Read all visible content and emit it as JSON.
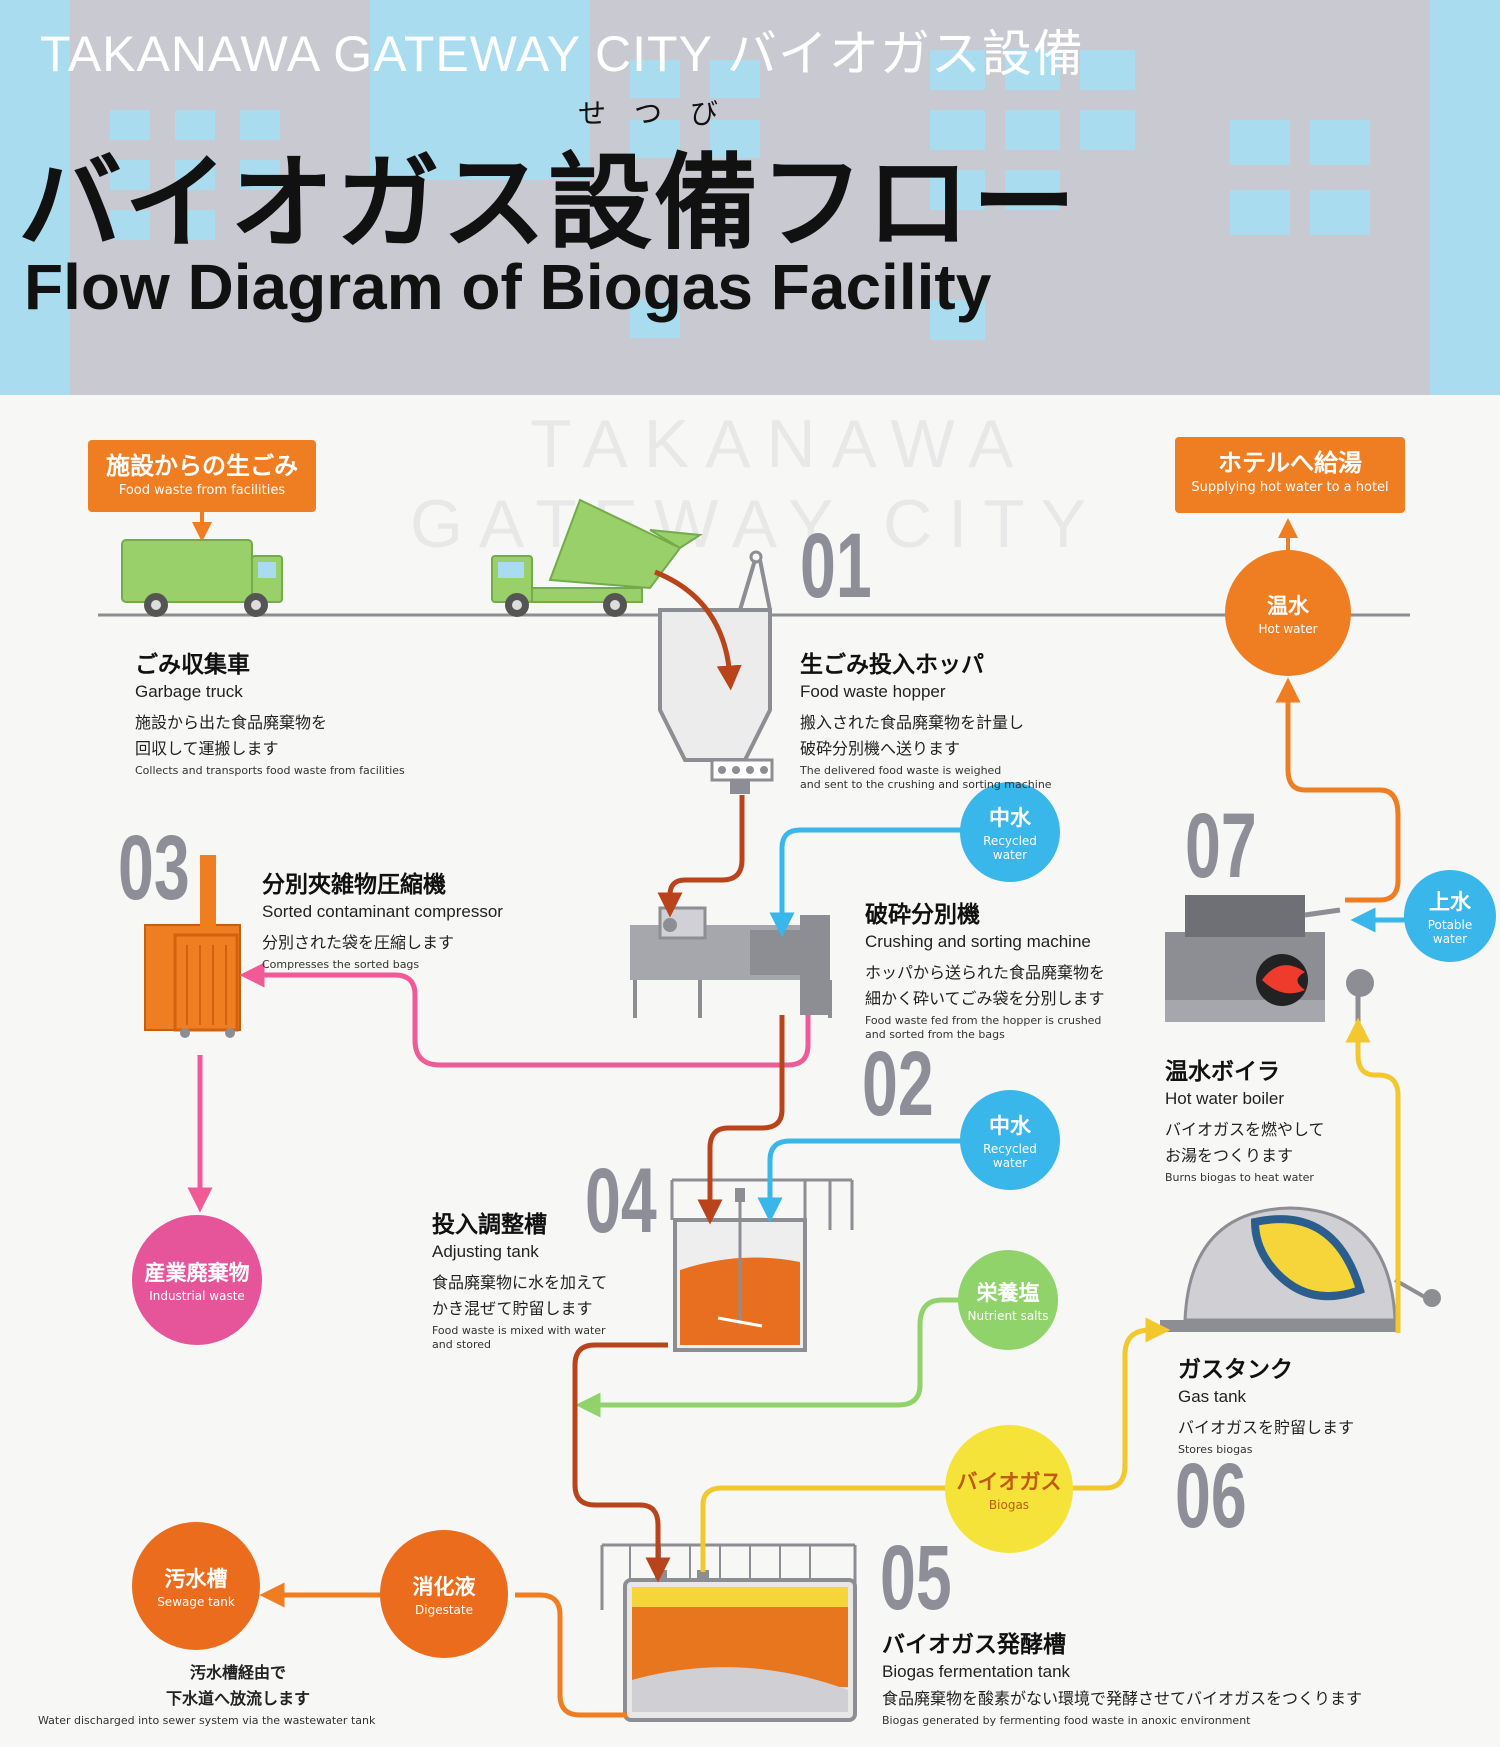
{
  "header": {
    "subtitle_top": "TAKANAWA GATEWAY CITY バイオガス設備",
    "ruby": "せつび",
    "title_jp": "バイオガス設備フロー",
    "title_en": "Flow Diagram of Biogas Facility"
  },
  "watermark": {
    "line1": "TAKANAWA",
    "line2": "GATEWAY CITY"
  },
  "tags": {
    "input": {
      "jp": "施設からの生ごみ",
      "en": "Food waste from facilities"
    },
    "output": {
      "jp": "ホテルへ給湯",
      "en": "Supplying hot water to a hotel"
    }
  },
  "circles": {
    "hot_water": {
      "jp": "温水",
      "en": "Hot water"
    },
    "recycled_1": {
      "jp": "中水",
      "en1": "Recycled",
      "en2": "water"
    },
    "recycled_2": {
      "jp": "中水",
      "en1": "Recycled",
      "en2": "water"
    },
    "potable": {
      "jp": "上水",
      "en1": "Potable",
      "en2": "water"
    },
    "industrial": {
      "jp": "産業廃棄物",
      "en": "Industrial waste"
    },
    "nutrient": {
      "jp": "栄養塩",
      "en": "Nutrient salts"
    },
    "biogas": {
      "jp": "バイオガス",
      "en": "Biogas"
    },
    "digestate": {
      "jp": "消化液",
      "en": "Digestate"
    },
    "sewage": {
      "jp": "汚水槽",
      "en": "Sewage tank"
    }
  },
  "steps": {
    "truck": {
      "jp": "ごみ収集車",
      "en": "Garbage truck",
      "desc": "施設から出た食品廃棄物を\n回収して運搬します",
      "desc_en": "Collects and transports food waste from facilities"
    },
    "s01": {
      "number": "01",
      "jp": "生ごみ投入ホッパ",
      "en": "Food waste hopper",
      "desc": "搬入された食品廃棄物を計量し\n破砕分別機へ送ります",
      "desc_en": "The delivered food waste is weighed\nand sent to the crushing and sorting machine"
    },
    "s02": {
      "number": "02",
      "jp": "破砕分別機",
      "en": "Crushing and sorting machine",
      "desc": "ホッパから送られた食品廃棄物を\n細かく砕いてごみ袋を分別します",
      "desc_en": "Food waste fed from the hopper is crushed\nand sorted from the bags"
    },
    "s03": {
      "number": "03",
      "jp": "分別夾雑物圧縮機",
      "en": "Sorted contaminant compressor",
      "desc": "分別された袋を圧縮します",
      "desc_en": "Compresses the sorted bags"
    },
    "s04": {
      "number": "04",
      "jp": "投入調整槽",
      "en": "Adjusting tank",
      "desc": "食品廃棄物に水を加えて\nかき混ぜて貯留します",
      "desc_en": "Food waste is mixed with water\nand stored"
    },
    "s05": {
      "number": "05",
      "jp": "バイオガス発酵槽",
      "en": "Biogas fermentation tank",
      "desc": "食品廃棄物を酸素がない環境で発酵させてバイオガスをつくります",
      "desc_en": "Biogas generated by fermenting food waste in anoxic environment"
    },
    "s06": {
      "number": "06",
      "jp": "ガスタンク",
      "en": "Gas tank",
      "desc": "バイオガスを貯留します",
      "desc_en": "Stores biogas"
    },
    "s07": {
      "number": "07",
      "jp": "温水ボイラ",
      "en": "Hot water boiler",
      "desc": "バイオガスを燃やして\nお湯をつくります",
      "desc_en": "Burns biogas to heat water"
    },
    "sewer": {
      "desc": "汚水槽経由で\n下水道へ放流します",
      "desc_en": "Water discharged into sewer system via the wastewater tank"
    }
  },
  "colors": {
    "orange": "#ef7d22",
    "pink": "#ef5a97",
    "blue": "#39b6ea",
    "yellow": "#f3c72e",
    "green": "#8fd36a",
    "brown": "#b9441b",
    "machine_gray": "#8d8d94"
  }
}
